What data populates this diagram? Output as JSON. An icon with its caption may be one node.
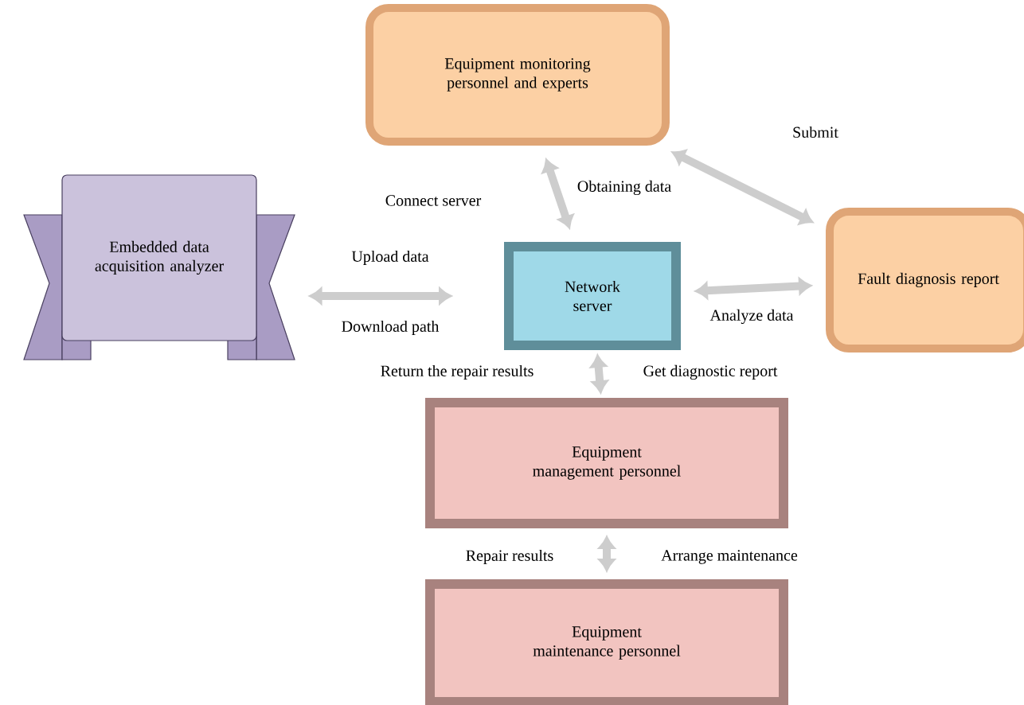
{
  "diagram": {
    "nodes": [
      {
        "text": [
          "Equipment monitoring personnel and experts"
        ]
      },
      {
        "text": [
          "Embedded data acquisition analyzer"
        ]
      },
      {
        "text": [
          "Network server"
        ]
      },
      {
        "text": [
          "Fault diagnosis report"
        ]
      },
      {
        "text": [
          "Equipment management personnel"
        ]
      },
      {
        "text": [
          "Equipment maintenance personnel"
        ]
      }
    ],
    "edges": [
      {
        "from": 2,
        "to": 0,
        "arrow": "both",
        "label": "Connect server"
      },
      {
        "from": 0,
        "to": 3,
        "arrow": "both",
        "label": "Submit"
      },
      {
        "from": 1,
        "to": 2,
        "arrow": "both",
        "label": "Upload data"
      },
      {
        "from": 2,
        "to": 3,
        "arrow": "both",
        "label": "Analyze data"
      },
      {
        "from": 2,
        "to": 4,
        "arrow": "both",
        "label": "Return the repair results"
      },
      {
        "from": 4,
        "to": 5,
        "arrow": "both",
        "label": "Repair results"
      }
    ],
    "labels": [
      "Obtaining data",
      "Download path",
      "Get diagnostic report",
      "Arrange maintenance"
    ]
  }
}
